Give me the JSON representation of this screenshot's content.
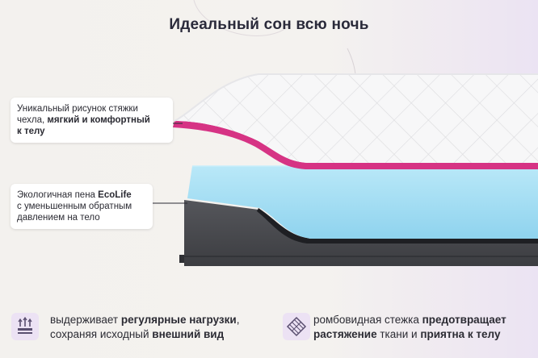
{
  "title": "Идеальный сон всю ночь",
  "callouts": {
    "top": {
      "l1": "Уникальный рисунок стяжки",
      "l2a": "чехла, ",
      "l2b": "мягкий и комфортный",
      "l3": "к телу"
    },
    "mid": {
      "l1a": "Экологичная пена ",
      "l1b": "EcoLife",
      "l2": "с уменьшенным обратным",
      "l3": "давлением на тело"
    }
  },
  "features": {
    "left": {
      "a": "выдерживает ",
      "b": "регулярные нагрузки",
      "c": ",",
      "d": "сохраняя исходный ",
      "e": "внешний вид",
      "icon": "load-scale-icon"
    },
    "right": {
      "a": "ромбовидная стежка ",
      "b": "предотвращает",
      "c": "растяжение",
      "d": " ткани и ",
      "e": "приятна к телу",
      "icon": "diamond-stitch-icon"
    }
  },
  "colors": {
    "accent": "#d63384",
    "foam": "#9fdcf2",
    "cover": "#f7f7f8",
    "base": "#4a4b4f",
    "icon_bg": "#ece2f4"
  }
}
